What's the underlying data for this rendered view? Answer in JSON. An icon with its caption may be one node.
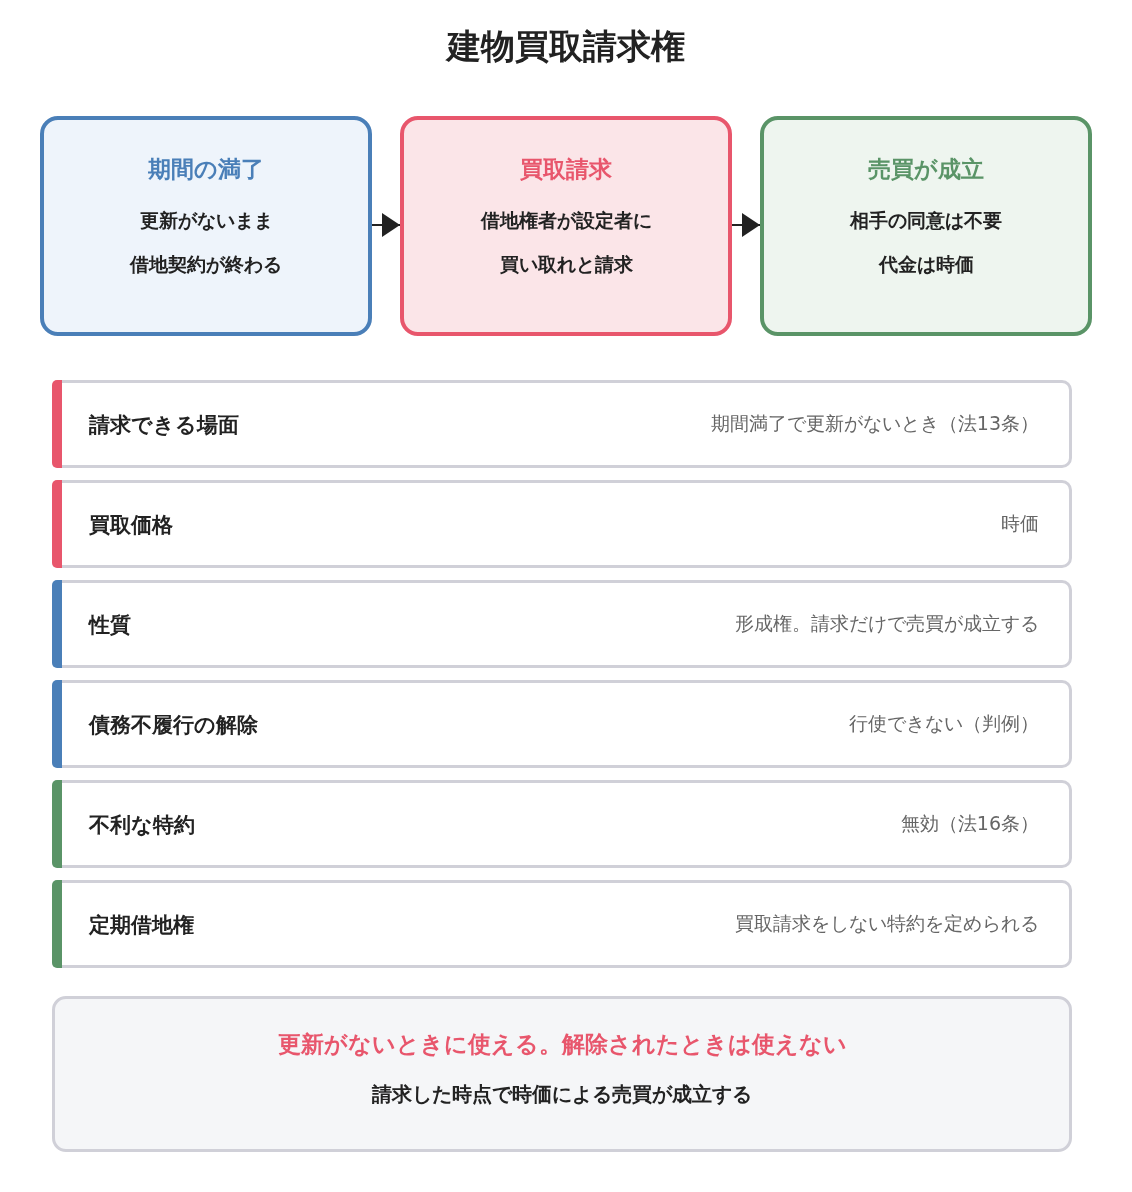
{
  "diagram": {
    "title": "建物買取請求権",
    "nodes": [
      {
        "text": [
          "期間の満了",
          "更新がないまま",
          "借地契約が終わる"
        ]
      },
      {
        "text": [
          "買取請求",
          "借地権者が設定者に",
          "買い取れと請求"
        ]
      },
      {
        "text": [
          "売買が成立",
          "相手の同意は不要",
          "代金は時価"
        ]
      },
      {
        "text": [
          "請求できる場面",
          "期間満了で更新がないとき（法13条）"
        ]
      },
      {
        "text": [
          "買取価格",
          "時価"
        ]
      },
      {
        "text": [
          "性質",
          "形成権。請求だけで売買が成立する"
        ]
      },
      {
        "text": [
          "債務不履行の解除",
          "行使できない（判例）"
        ]
      },
      {
        "text": [
          "不利な特約",
          "無効（法16条）"
        ]
      },
      {
        "text": [
          "定期借地権",
          "買取請求をしない特約を定められる"
        ]
      },
      {
        "text": [
          "更新がないときに使える。解除されたときは使えない",
          "請求した時点で時価による売買が成立する"
        ]
      }
    ],
    "edges": [
      {
        "from": 0,
        "to": 1,
        "arrow": "to"
      },
      {
        "from": 1,
        "to": 2,
        "arrow": "to"
      }
    ]
  }
}
